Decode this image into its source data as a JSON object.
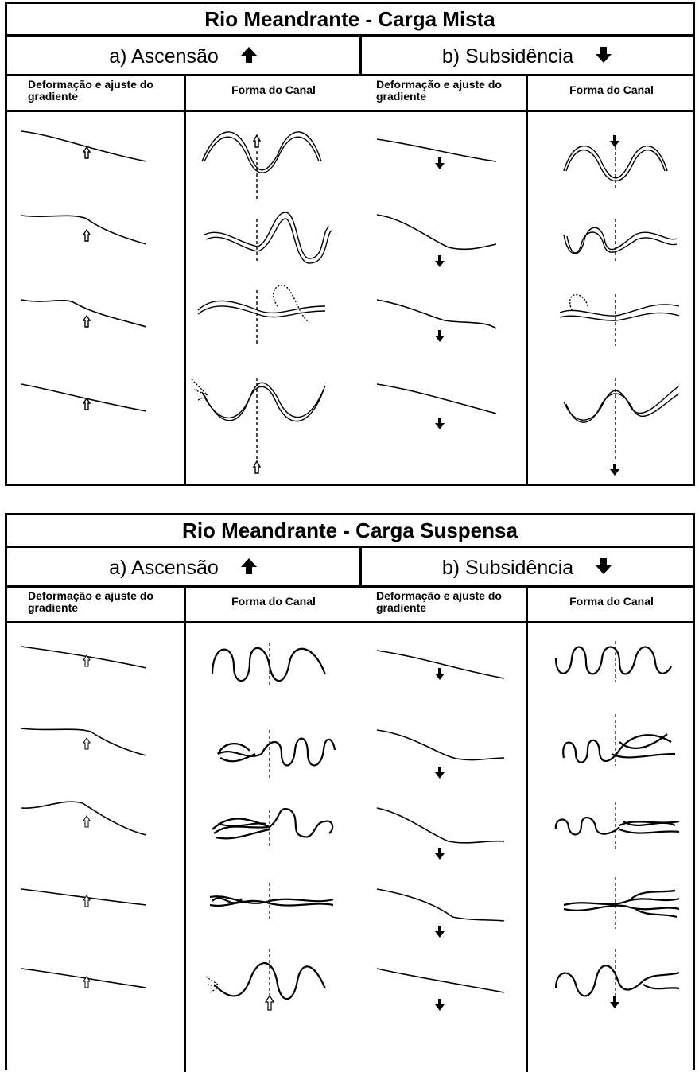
{
  "panels": [
    {
      "title": "Rio Meandrante - Carga Mista",
      "left_header": "a) Ascensão",
      "right_header": "b) Subsidência",
      "col_deformation": "Deformação e ajuste do gradiente",
      "col_channel": "Forma do Canal",
      "row_count": 4
    },
    {
      "title": "Rio Meandrante - Carga Suspensa",
      "left_header": "a) Ascensão",
      "right_header": "b) Subsidência",
      "col_deformation": "Deformação e ajuste do gradiente",
      "col_channel": "Forma do Canal",
      "row_count": 5
    }
  ],
  "icons": {
    "uplift": "arrow-up-icon",
    "subsidence": "arrow-down-icon"
  }
}
